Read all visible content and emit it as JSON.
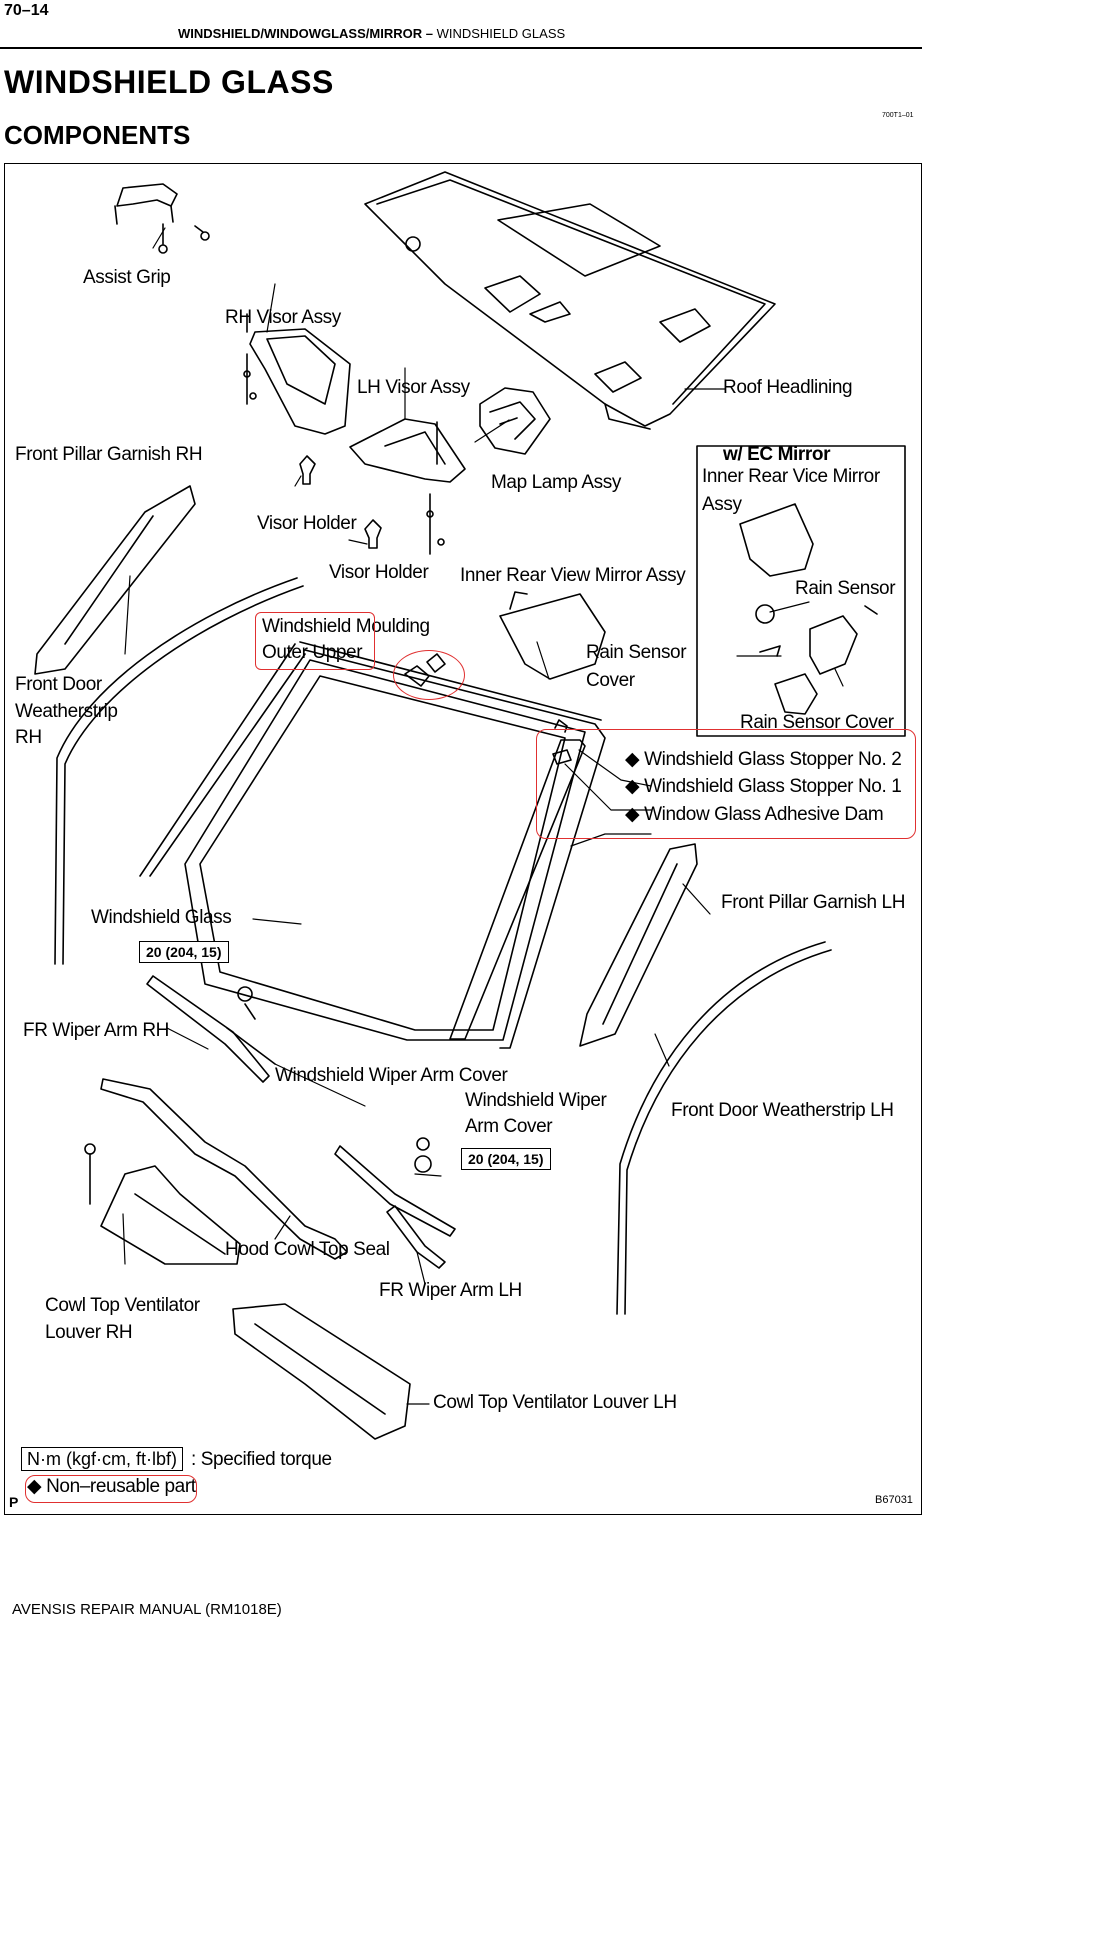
{
  "header": {
    "page_number": "70–14",
    "section": "WINDSHIELD/WINDOWGLASS/MIRROR",
    "separator": "–",
    "subsection": "WINDSHIELD GLASS"
  },
  "title": "WINDSHIELD GLASS",
  "subtitle": "COMPONENTS",
  "doc_id": "700T1–01",
  "figure_id": "B67031",
  "figure_prefix": "P",
  "labels": {
    "assist_grip": "Assist Grip",
    "rh_visor": "RH Visor Assy",
    "lh_visor": "LH Visor Assy",
    "roof_headlining": "Roof Headlining",
    "front_pillar_rh": "Front Pillar Garnish RH",
    "map_lamp": "Map Lamp Assy",
    "visor_holder_1": "Visor Holder",
    "visor_holder_2": "Visor Holder",
    "inner_mirror": "Inner Rear View Mirror Assy",
    "ec_title": "w/ EC Mirror",
    "ec_mirror_1": "Inner Rear Vice Mirror",
    "ec_mirror_2": "Assy",
    "rain_sensor": "Rain Sensor",
    "rain_sensor_cover_ec": "Rain Sensor Cover",
    "moulding_1": "Windshield Moulding",
    "moulding_2": "Outer Upper",
    "rain_cover_1": "Rain Sensor",
    "rain_cover_2": "Cover",
    "front_door_rh_1": "Front Door",
    "front_door_rh_2": "Weatherstrip",
    "front_door_rh_3": "RH",
    "stopper_2": "Windshield Glass Stopper No. 2",
    "stopper_1": "Windshield Glass Stopper No. 1",
    "adhesive_dam": "Window Glass Adhesive Dam",
    "windshield_glass": "Windshield Glass",
    "front_pillar_lh": "Front Pillar Garnish LH",
    "fr_wiper_rh": "FR Wiper Arm RH",
    "wiper_cover_rh": "Windshield Wiper Arm Cover",
    "wiper_cover_lh_1": "Windshield Wiper",
    "wiper_cover_lh_2": "Arm Cover",
    "front_door_lh": "Front Door Weatherstrip LH",
    "hood_seal": "Hood Cowl Top Seal",
    "fr_wiper_lh": "FR Wiper Arm LH",
    "cowl_rh_1": "Cowl Top Ventilator",
    "cowl_rh_2": "Louver RH",
    "cowl_lh": "Cowl Top Ventilator Louver LH"
  },
  "torque_rh": "20 (204, 15)",
  "torque_lh": "20 (204, 15)",
  "non_reusable_symbol": "◆",
  "legend": {
    "torque_units": "N·m (kgf·cm, ft·lbf)",
    "torque_text": ": Specified torque",
    "non_reusable": "Non–reusable part"
  },
  "footer": "AVENSIS REPAIR MANUAL   (RM1018E)",
  "colors": {
    "highlight": "#e03030",
    "line": "#000000"
  }
}
